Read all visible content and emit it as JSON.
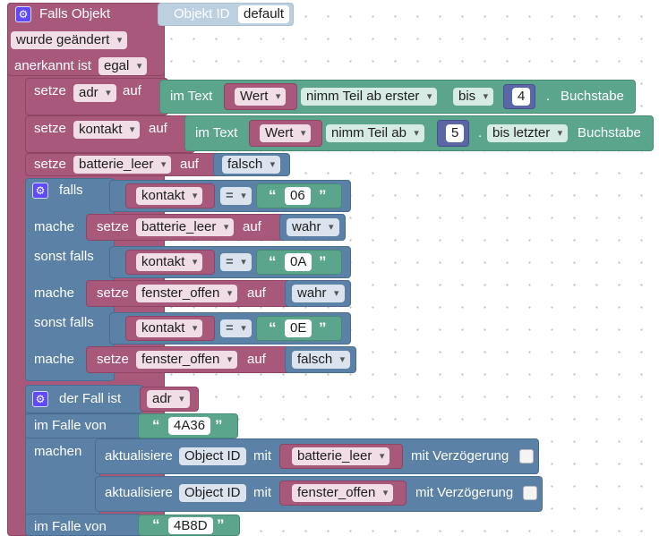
{
  "trigger": {
    "title": "Falls Objekt",
    "object_label": "Objekt ID",
    "object_value": "default",
    "changed_dropdown": "wurde geändert",
    "ack_label": "anerkannt ist",
    "ack_value": "egal"
  },
  "row1": {
    "set_label": "setze",
    "var": "adr",
    "to_label": "auf",
    "in_text_label": "im Text",
    "source_var": "Wert",
    "substring_mode": "nimm Teil ab erster",
    "until_mode": "bis",
    "until_number": "4",
    "dot": ".",
    "suffix": "Buchstabe"
  },
  "row2": {
    "set_label": "setze",
    "var": "kontakt",
    "to_label": "auf",
    "in_text_label": "im Text",
    "source_var": "Wert",
    "substring_mode": "nimm Teil ab",
    "from_number": "5",
    "dot": ".",
    "until_mode": "bis letzter",
    "suffix": "Buchstabe"
  },
  "row3": {
    "set_label": "setze",
    "var": "batterie_leer",
    "to_label": "auf",
    "value": "falsch"
  },
  "if_block": {
    "if_label": "falls",
    "else_if_label": "sonst falls",
    "do_label": "mache",
    "branches": [
      {
        "var": "kontakt",
        "op": "=",
        "text": "06",
        "action_set": "setze",
        "action_var": "batterie_leer",
        "action_to": "auf",
        "action_value": "wahr"
      },
      {
        "var": "kontakt",
        "op": "=",
        "text": "0A",
        "action_set": "setze",
        "action_var": "fenster_offen",
        "action_to": "auf",
        "action_value": "wahr"
      },
      {
        "var": "kontakt",
        "op": "=",
        "text": "0E",
        "action_set": "setze",
        "action_var": "fenster_offen",
        "action_to": "auf",
        "action_value": "falsch"
      }
    ]
  },
  "switch_block": {
    "title": "der Fall ist",
    "var": "adr",
    "case_label": "im Falle von",
    "do_label": "machen",
    "case1_value": "4A36",
    "case2_value": "4B8D",
    "actions": [
      {
        "update": "aktualisiere",
        "id_label": "Object ID",
        "with": "mit",
        "var": "batterie_leer",
        "delay": "mit Verzögerung"
      },
      {
        "update": "aktualisiere",
        "id_label": "Object ID",
        "with": "mit",
        "var": "fenster_offen",
        "delay": "mit Verzögerung"
      }
    ]
  },
  "quote_open": "“",
  "quote_close": "”",
  "icons": {
    "gear": "gear-icon"
  },
  "colors": {
    "event": "#a8597b",
    "control": "#5b81a6",
    "text": "#5ba58c",
    "math": "#5b67a5",
    "gear": "#5e4bff"
  }
}
